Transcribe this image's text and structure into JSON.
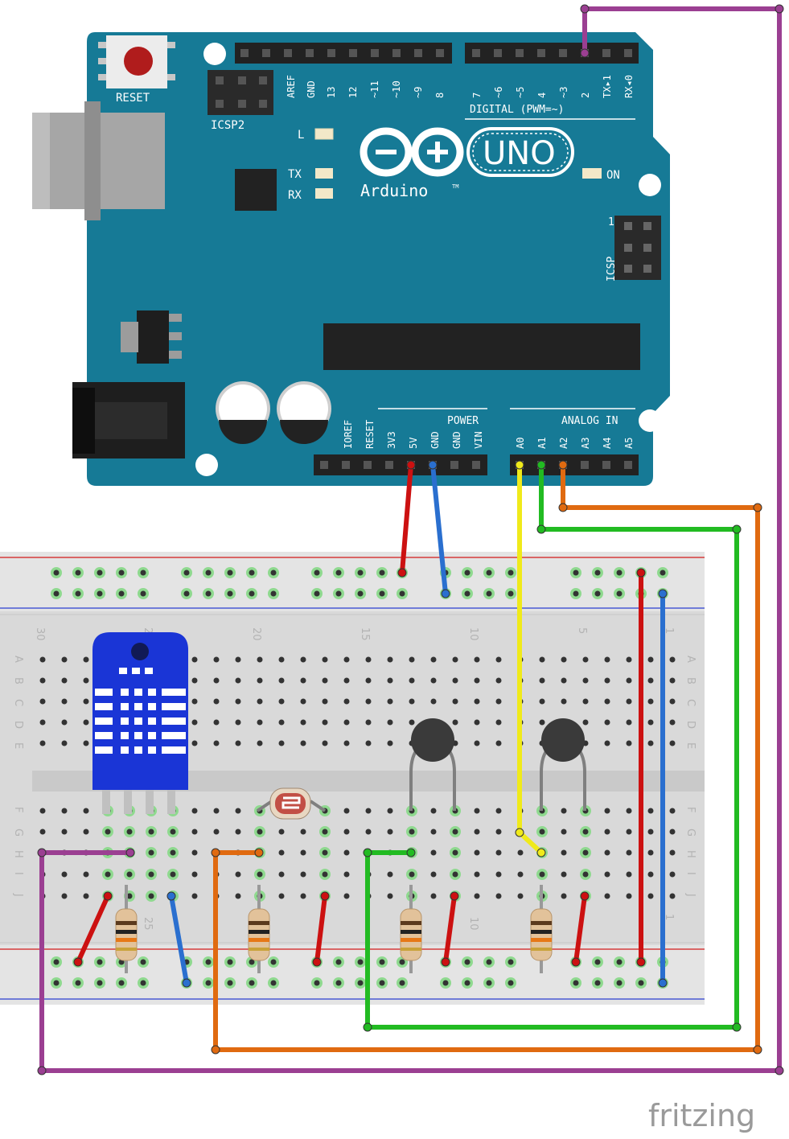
{
  "board": {
    "reset": "RESET",
    "icsp2": "ICSP2",
    "icsp": "ICSP",
    "icsp_pin1": "1",
    "brand": "Arduino",
    "tm": "TM",
    "model": "UNO",
    "digital_header": "DIGITAL (PWM=~)",
    "power_header": "POWER",
    "analog_header": "ANALOG IN",
    "led_l": "L",
    "led_tx": "TX",
    "led_rx": "RX",
    "led_on": "ON",
    "digital_pins_left": [
      "AREF",
      "GND",
      "13",
      "12",
      "~11",
      "~10",
      "~9",
      "8"
    ],
    "digital_pins_right": [
      "7",
      "~6",
      "~5",
      "4",
      "~3",
      "2",
      "TX▸1",
      "RX◂0"
    ],
    "power_pins": [
      "IOREF",
      "RESET",
      "3V3",
      "5V",
      "GND",
      "GND",
      "VIN"
    ],
    "analog_pins": [
      "A0",
      "A1",
      "A2",
      "A3",
      "A4",
      "A5"
    ]
  },
  "breadboard": {
    "column_numbers": [
      "30",
      "25",
      "20",
      "15",
      "10",
      "5",
      "1"
    ],
    "row_letters_top": [
      "A",
      "B",
      "C",
      "D",
      "E"
    ],
    "row_letters_bottom": [
      "F",
      "G",
      "H",
      "I",
      "J"
    ],
    "bottom_numbers": [
      "25",
      "10",
      "1"
    ]
  },
  "watermark": "fritzing",
  "colors": {
    "board": "#167a96",
    "wire_red": "#cc1111",
    "wire_blue": "#2a6fcf",
    "wire_yellow": "#f0ea1a",
    "wire_green": "#22bb22",
    "wire_orange": "#e06a10",
    "wire_purple": "#9b3f92",
    "dht": "#1a35d6",
    "thermistor": "#3a3a3a"
  }
}
